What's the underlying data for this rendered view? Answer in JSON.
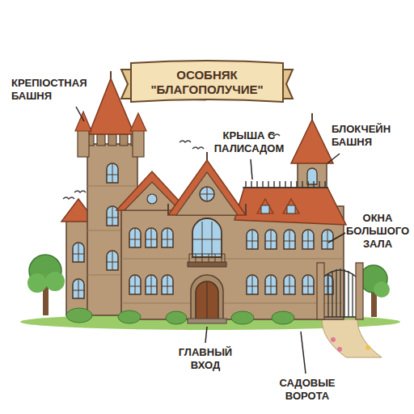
{
  "diagram": {
    "title": "ОСОБНЯК \"БЛАГОПОЛУЧИЕ\"",
    "labels": [
      "КРЕПІОСТНАЯ БАШНЯ",
      "КРЫША С ПАЛИСАДОМ",
      "БЛОКЧЕЙН БАШНЯ",
      "ОКНА БОЛЬШОГО ЗАЛА",
      "ГЛАВНЫЙ ВХОД",
      "САДОВЫЕ ВОРОТА"
    ]
  }
}
